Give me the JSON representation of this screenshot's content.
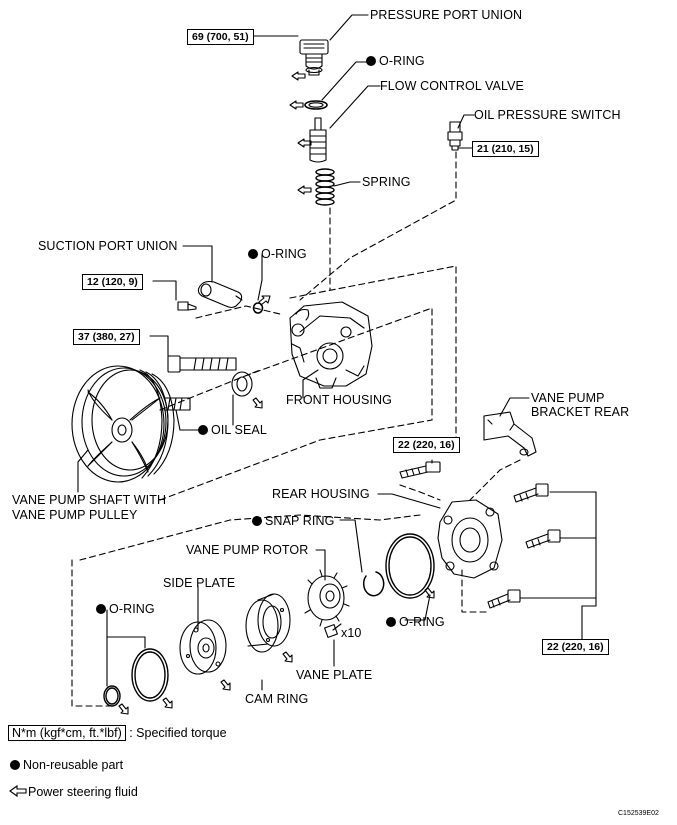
{
  "labels": {
    "pressure_port_union": "PRESSURE PORT UNION",
    "o_ring_top": "O-RING",
    "flow_control_valve": "FLOW CONTROL VALVE",
    "oil_pressure_switch": "OIL PRESSURE SWITCH",
    "spring": "SPRING",
    "suction_port_union": "SUCTION PORT UNION",
    "o_ring_suction": "O-RING",
    "front_housing": "FRONT HOUSING",
    "oil_seal": "OIL SEAL",
    "vane_pump_bracket_rear_1": "VANE PUMP",
    "vane_pump_bracket_rear_2": "BRACKET REAR",
    "vane_pump_shaft_1": "VANE PUMP SHAFT WITH",
    "vane_pump_shaft_2": "VANE PUMP PULLEY",
    "rear_housing": "REAR HOUSING",
    "snap_ring": "SNAP RING",
    "vane_pump_rotor": "VANE PUMP ROTOR",
    "side_plate": "SIDE PLATE",
    "o_ring_left": "O-RING",
    "o_ring_right": "O-RING",
    "x10": "x10",
    "vane_plate": "VANE PLATE",
    "cam_ring": "CAM RING"
  },
  "torques": {
    "pressure_port": "69 (700, 51)",
    "oil_switch": "21 (210, 15)",
    "suction_bolt": "12 (120, 9)",
    "long_bolt": "37 (380, 27)",
    "rear_bolt_left": "22 (220, 16)",
    "rear_bolts_right": "22 (220, 16)"
  },
  "legend": {
    "torque_unit": "N*m (kgf*cm, ft.*lbf)",
    "torque_desc": ": Specified torque",
    "non_reusable": "Non-reusable part",
    "fluid": "Power steering fluid"
  },
  "figure_code": "C152539E02"
}
